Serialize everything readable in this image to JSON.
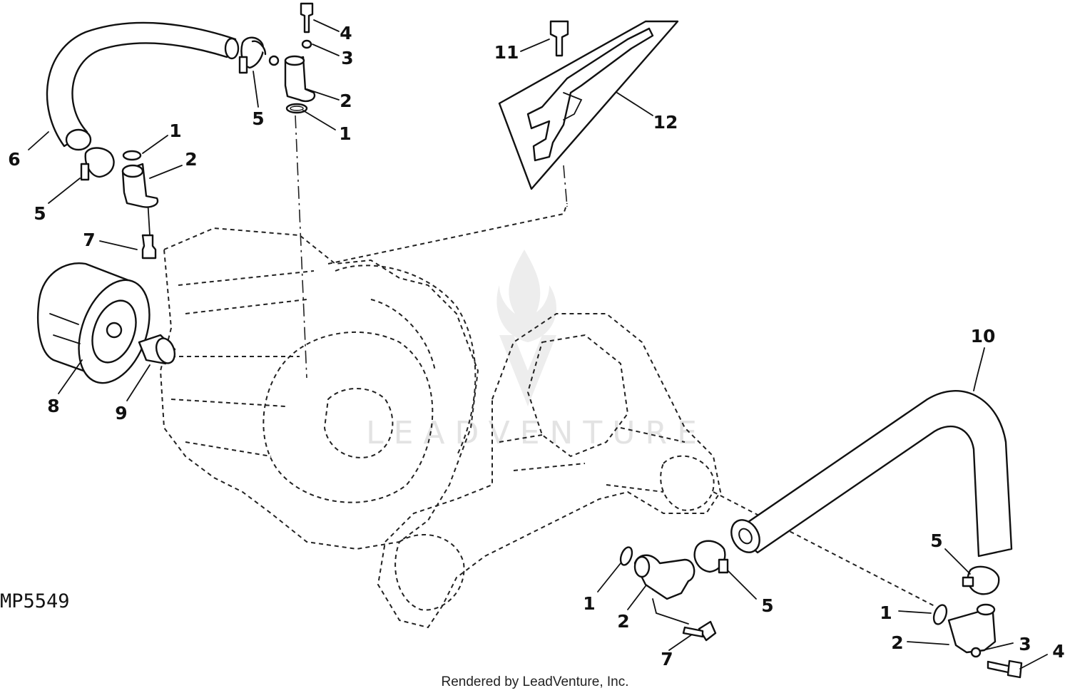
{
  "drawing_id": "MP5549",
  "footer": "Rendered by LeadVenture, Inc.",
  "watermark": "LEADVENTURE",
  "callouts": {
    "c1": "1",
    "c2": "2",
    "c3": "3",
    "c4": "4",
    "c5": "5",
    "c6": "6",
    "c7": "7",
    "c8": "8",
    "c9": "9",
    "c10": "10",
    "c11": "11",
    "c12": "12"
  }
}
